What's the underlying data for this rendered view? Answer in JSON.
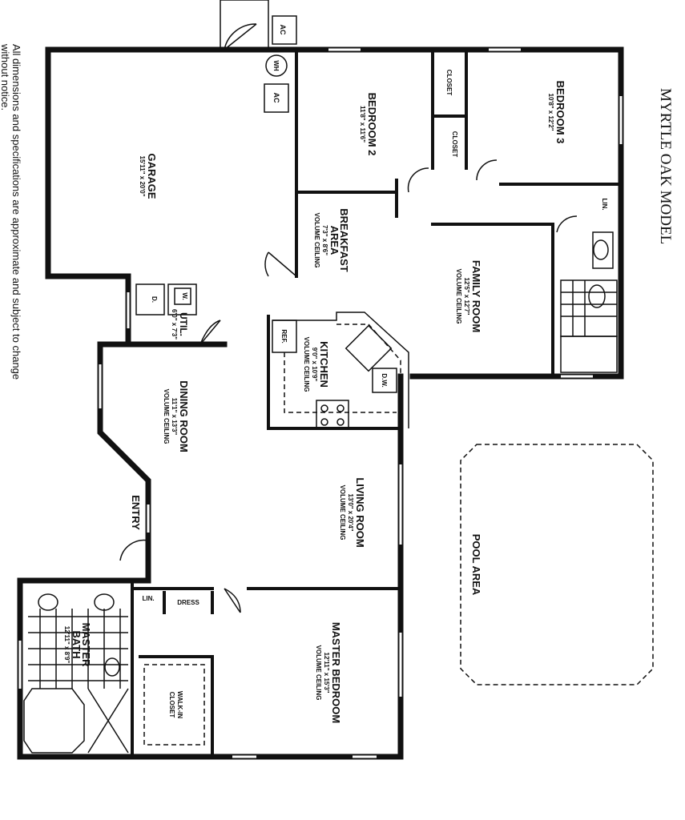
{
  "title": "MYRTLE OAK MODEL",
  "disclaimer": [
    "All dimensions and specifications are approximate and subject to change",
    "without notice."
  ],
  "rooms": {
    "garage": {
      "name": "GARAGE",
      "dims": "15'11\" x 20'0\""
    },
    "bedroom2": {
      "name": "BEDROOM 2",
      "dims": "11'8\" x 11'6\""
    },
    "bedroom3": {
      "name": "BEDROOM 3",
      "dims": "10'8\" x 12'2\""
    },
    "breakfast": {
      "name1": "BREAKFAST",
      "name2": "AREA",
      "dims": "7'3\" x 8'6\"",
      "ceiling": "VOLUME CEILING"
    },
    "family": {
      "name": "FAMILY ROOM",
      "dims": "12'5\" x 12'7\"",
      "ceiling": "VOLUME CEILING"
    },
    "kitchen": {
      "name": "KITCHEN",
      "dims": "9'0\" x 10'9\"",
      "ceiling": "VOLUME CEILING"
    },
    "util": {
      "name": "UTIL.",
      "dims": "6'0\" x 7'3\""
    },
    "dining": {
      "name": "DINING ROOM",
      "dims": "11'1\" x 13'3\"",
      "ceiling": "VOLUME CEILING"
    },
    "living": {
      "name": "LIVING ROOM",
      "dims": "13'0\" x 20'4\"",
      "ceiling": "VOLUME CEILING"
    },
    "master_bedroom": {
      "name": "MASTER BEDROOM",
      "dims": "12'11\" x 15'3\"",
      "ceiling": "VOLUME CEILING"
    },
    "master_bath": {
      "name1": "MASTER",
      "name2": "BATH",
      "dims": "12'11\" x 8'9\""
    },
    "walkin": {
      "name1": "WALK-IN",
      "name2": "CLOSET"
    },
    "pool": {
      "name": "POOL AREA"
    }
  },
  "fixtures": {
    "ac": "AC",
    "wh": "WH",
    "closet": "CLOSET",
    "lin": "LIN.",
    "dress": "DRESS",
    "ref": "REF.",
    "dw": "D.W.",
    "washer": "W.",
    "dryer": "D.",
    "entry": "ENTRY"
  }
}
